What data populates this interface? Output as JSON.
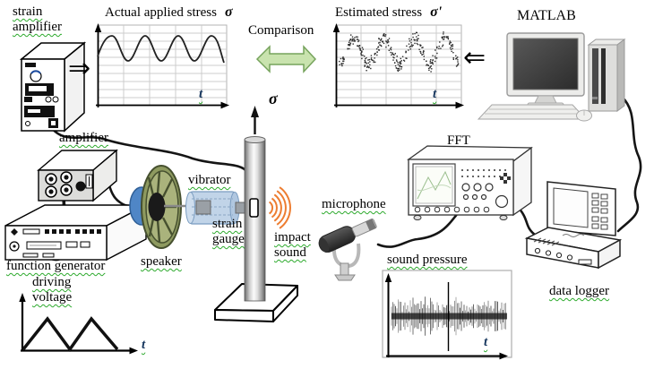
{
  "labels": {
    "strain_amplifier": "strain amplifier",
    "amplifier": "amplifier",
    "function_generator": "function generator",
    "driving_voltage": "driving voltage",
    "speaker": "speaker",
    "vibrator": "vibrator",
    "strain_gauge": "strain gauge",
    "impact_sound": "impact sound",
    "microphone": "microphone",
    "sound_pressure": "sound pressure",
    "fft": "FFT",
    "data_logger": "data logger",
    "matlab": "MATLAB",
    "comparison": "Comparison"
  },
  "plots": {
    "actual_stress": {
      "title": "Actual applied stress",
      "symbol": "σ",
      "x_label": "t",
      "waveform": "sine",
      "cycles": 4
    },
    "estimated_stress": {
      "title": "Estimated stress",
      "symbol": "σ'",
      "x_label": "t",
      "waveform": "noisy sine (scattered dots)",
      "cycles": 4
    },
    "sound_pressure": {
      "x_label": "t",
      "waveform": "broadband noise with single impact spike"
    },
    "driving_voltage": {
      "x_label": "t",
      "waveform": "triangle",
      "cycles": 2
    }
  },
  "symbols": {
    "stress_axis": "σ"
  },
  "icons": {
    "double_arrow_right": "⇒",
    "double_arrow_left": "⇐"
  },
  "colors": {
    "comparison_arrow_fill": "#c9e3ae",
    "comparison_arrow_border": "#76a35c",
    "impact_sound_arc": "#ed7d31",
    "vibrator_fill": "#bcd0e6",
    "speaker_cone": "#a9b177",
    "speaker_cap": "#4f86c6",
    "label_underline": "#2daa2d",
    "t_label_color": "#17375e"
  }
}
